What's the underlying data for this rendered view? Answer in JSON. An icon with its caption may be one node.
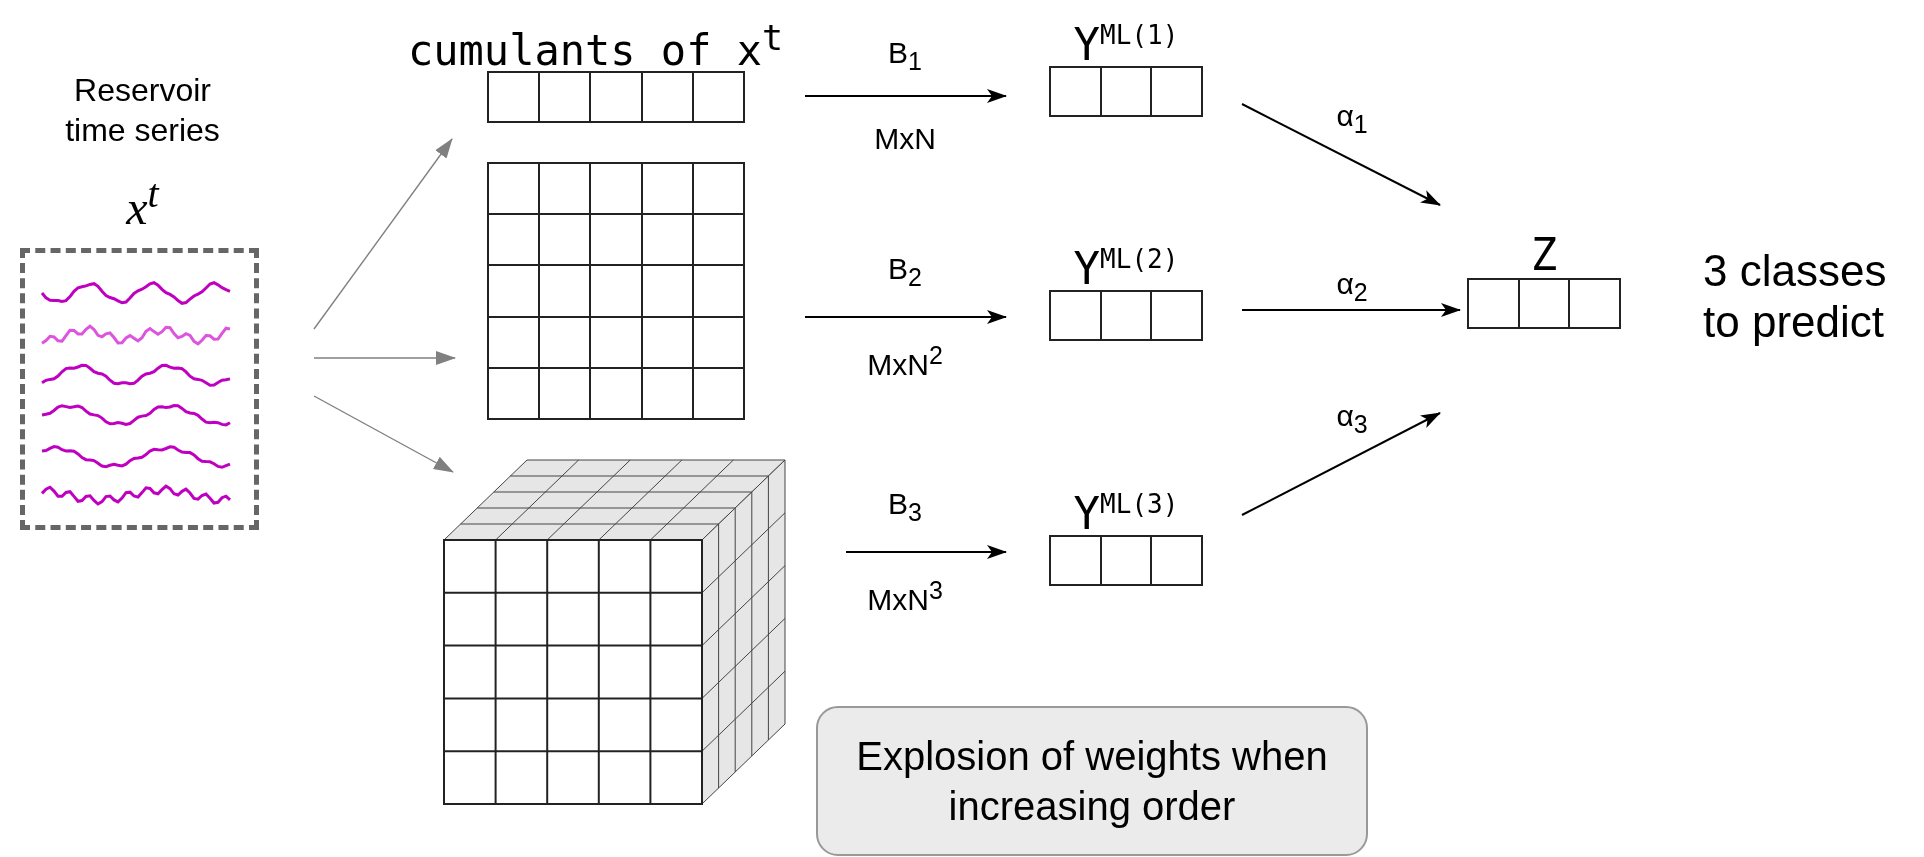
{
  "diagram": {
    "nodes": [
      {
        "text": [
          "Reservoir time series",
          "x$^{t}$"
        ]
      },
      {
        "text": [],
        "shape": "box"
      },
      {
        "text": [],
        "shape": "box"
      },
      {
        "text": [],
        "shape": "box"
      },
      {
        "text": [
          "Y$^{ML(1)}$"
        ]
      },
      {
        "text": [
          "Y$^{ML(2)}$"
        ]
      },
      {
        "text": [
          "Y$^{ML(3)}$"
        ]
      },
      {
        "text": [
          "Z"
        ]
      },
      {
        "text": [
          "Explosion of weights when increasing order"
        ]
      }
    ],
    "edges": [
      {
        "from": 0,
        "to": 1,
        "arrow": "to",
        "color": "#808080"
      },
      {
        "from": 0,
        "to": 2,
        "arrow": "to",
        "color": "#808080"
      },
      {
        "from": 0,
        "to": 3,
        "arrow": "to",
        "color": "#808080"
      },
      {
        "from": 1,
        "to": 4,
        "arrow": "to",
        "label": "B$_{1}$ MxN"
      },
      {
        "from": 2,
        "to": 5,
        "arrow": "to",
        "label": "B$_{2}$ MxN$^{2}$"
      },
      {
        "from": 3,
        "to": 6,
        "arrow": "to",
        "label": "B$_{3}$ MxN$^{3}$"
      },
      {
        "from": 4,
        "to": 7,
        "arrow": "to",
        "label": "α$_{1}$"
      },
      {
        "from": 5,
        "to": 7,
        "arrow": "to",
        "label": "α$_{2}$"
      },
      {
        "from": 6,
        "to": 7,
        "arrow": "to",
        "label": "α$_{3}$"
      }
    ],
    "labels": [
      "cumulants of x$^{t}$",
      "3 classes to predict"
    ]
  }
}
